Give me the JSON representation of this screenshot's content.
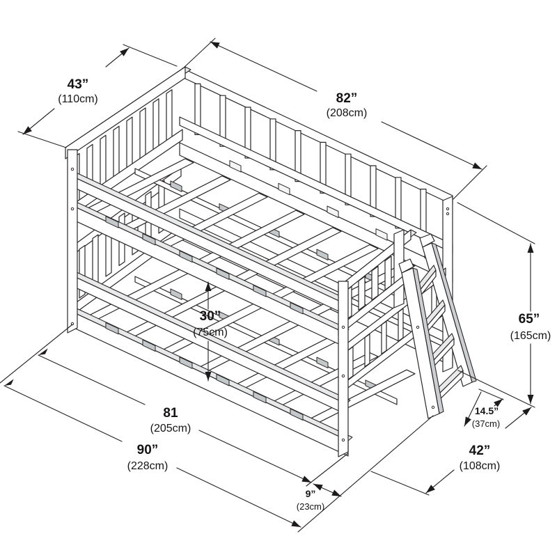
{
  "diagram": {
    "subject": "bunk bed isometric dimension drawing",
    "background": "#ffffff",
    "line_color": "#2a2627",
    "shade_color": "#cbcfd2",
    "dimensions": {
      "head_width": {
        "value": "43”",
        "metric": "(110cm)"
      },
      "top_length": {
        "value": "82”",
        "metric": "(208cm)"
      },
      "bunk_clearance": {
        "value": "30”",
        "metric": "(75cm)"
      },
      "overall_height": {
        "value": "65”",
        "metric": "(165cm)"
      },
      "frame_length": {
        "value": "81",
        "metric": "(205cm)"
      },
      "overall_length": {
        "value": "90”",
        "metric": "(228cm)"
      },
      "ladder_overhang": {
        "value": "9”",
        "metric": "(23cm)"
      },
      "foot_width": {
        "value": "42”",
        "metric": "(108cm)"
      },
      "ladder_depth": {
        "value": "14.5”",
        "metric": "(37cm)"
      }
    }
  }
}
